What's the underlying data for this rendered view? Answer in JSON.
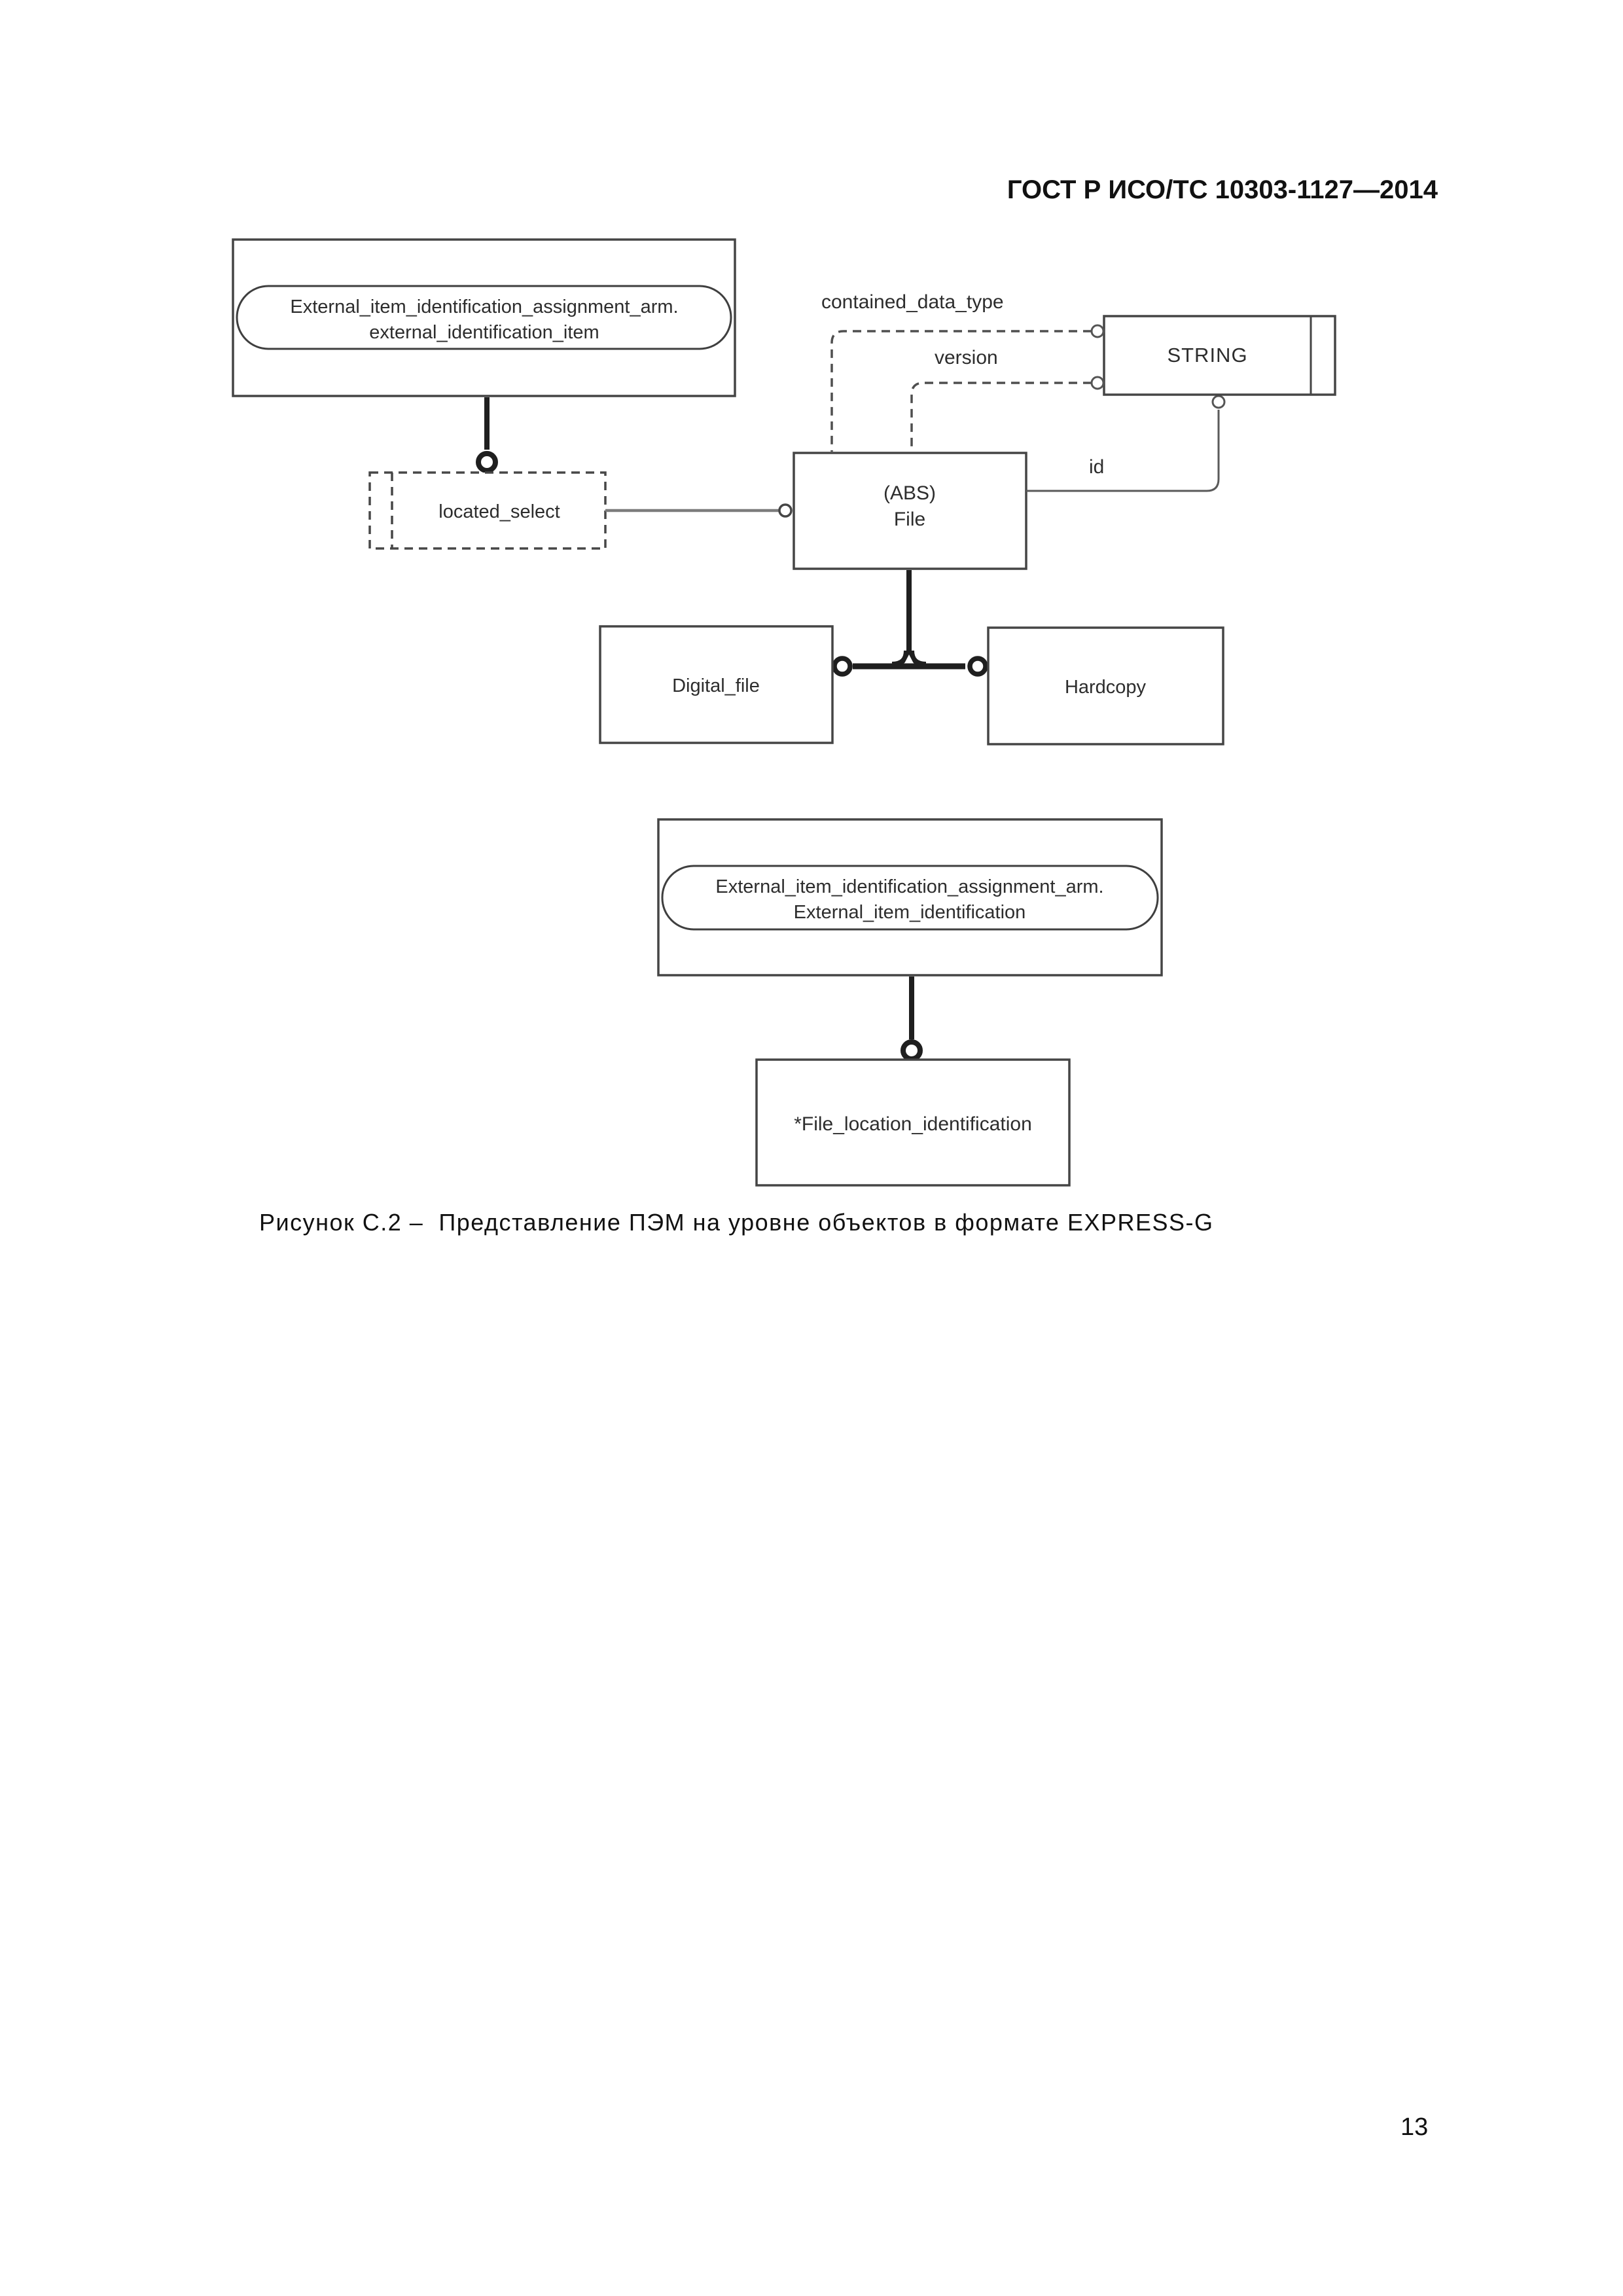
{
  "page": {
    "header_title": "ГОСТ Р ИСО/ТС 10303-1127—2014",
    "figure_caption": "Рисунок С.2 –  Представление ПЭМ на уровне объектов в формате EXPRESS-G",
    "page_number": "13"
  },
  "diagram": {
    "type": "EXPRESS-G entity level model",
    "entity_arm_external_identification_item": {
      "line1": "External_item_identification_assignment_arm.",
      "line2": "external_identification_item"
    },
    "located_select": {
      "label": "located_select"
    },
    "file": {
      "stereotype": "(ABS)",
      "name": "File"
    },
    "string_type": {
      "label": "STRING"
    },
    "digital_file": {
      "label": "Digital_file"
    },
    "hardcopy": {
      "label": "Hardcopy"
    },
    "entity_arm_external_item_identification": {
      "line1": "External_item_identification_assignment_arm.",
      "line2": "External_item_identification"
    },
    "file_location_identification": {
      "label": "*File_location_identification"
    },
    "attributes": {
      "contained_data_type": "contained_data_type",
      "version": "version",
      "id": "id"
    },
    "colors": {
      "background": "#ffffff",
      "box_stroke": "#454545",
      "dashed_stroke": "#4f4f4f",
      "thin_connector": "#5a5a5a",
      "gray_connector": "#7c7c7c",
      "thick_connector": "#1f1f1f",
      "text": "#2d2d2d"
    }
  }
}
